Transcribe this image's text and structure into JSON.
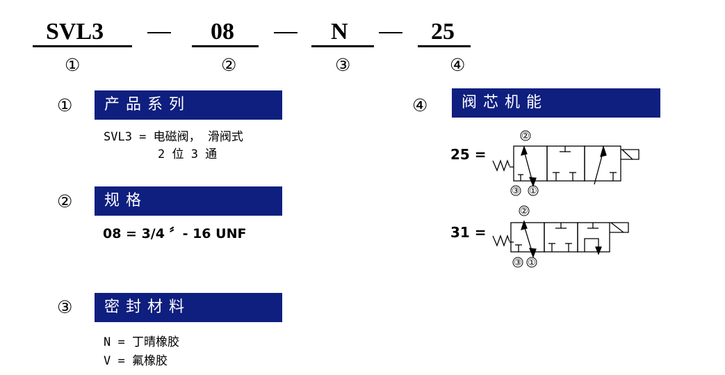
{
  "model_code": {
    "segments": [
      "SVL3",
      "08",
      "N",
      "25"
    ],
    "separator": "—",
    "markers": [
      "①",
      "②",
      "③",
      "④"
    ]
  },
  "sections": {
    "series": {
      "marker": "①",
      "title": "产品系列",
      "lines": [
        "SVL3 = 电磁阀， 滑阀式",
        "2 位 3 通"
      ]
    },
    "size": {
      "marker": "②",
      "title": "规格",
      "value": "08 = 3/4 〞- 16 UNF"
    },
    "seal": {
      "marker": "③",
      "title": "密封材料",
      "lines": [
        "N = 丁晴橡胶",
        "V = 氟橡胶"
      ]
    },
    "function": {
      "marker": "④",
      "title": "阀芯机能",
      "options": [
        {
          "label": "25 =",
          "port_top": "②",
          "port_bottom_left": "③",
          "port_bottom_right": "①"
        },
        {
          "label": "31 =",
          "port_top": "②",
          "port_bottom_left": "③",
          "port_bottom_right": "①"
        }
      ]
    }
  },
  "colors": {
    "header_bar": "#0f1f7f",
    "header_text": "#ffffff"
  }
}
